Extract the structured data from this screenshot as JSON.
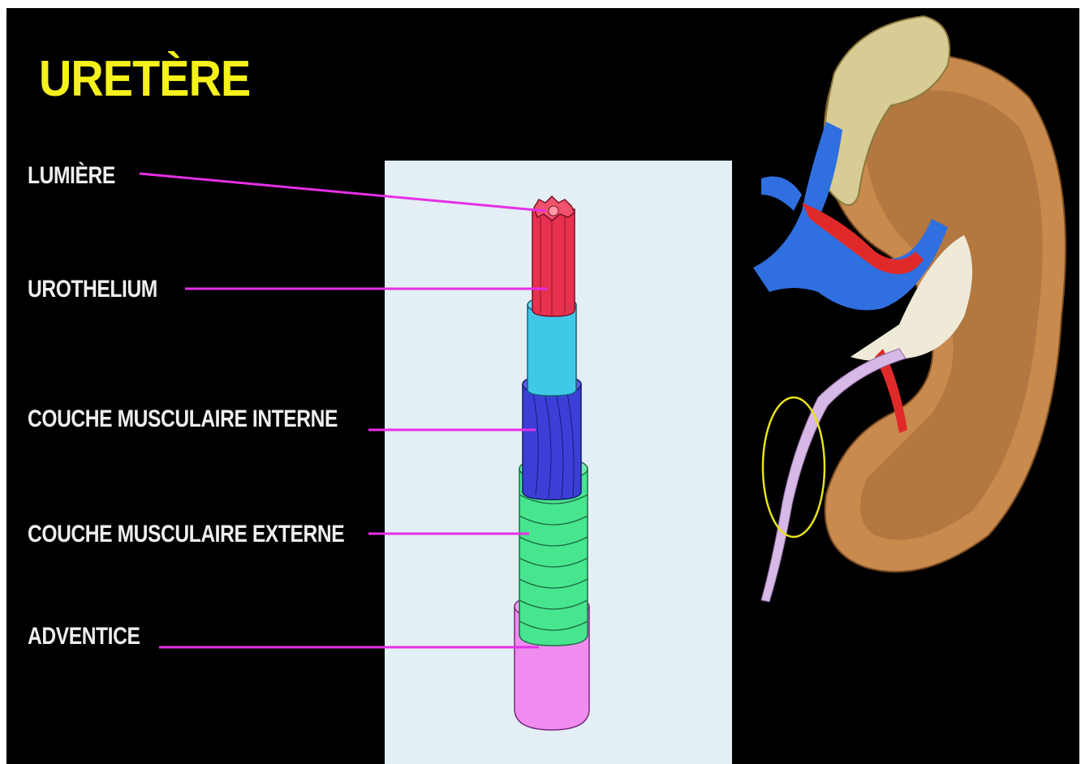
{
  "title": "URETÈRE",
  "labels": {
    "lumiere": "LUMIÈRE",
    "urothelium": "UROTHELIUM",
    "muscle_inner": "COUCHE MUSCULAIRE INTERNE",
    "muscle_outer": "COUCHE MUSCULAIRE EXTERNE",
    "adventice": "ADVENTICE"
  },
  "colors": {
    "background": "#000000",
    "title": "#f5f11a",
    "label_text": "#eeeeee",
    "leader_line": "#e62fe6",
    "panel": "#e3eff4",
    "lumen": "#e8304f",
    "urothelium_layer": "#3fc8e8",
    "inner_muscle": "#3b3fd6",
    "outer_muscle": "#47e58f",
    "adventitia": "#f08cf0",
    "highlight_circle": "#e6e21a"
  }
}
